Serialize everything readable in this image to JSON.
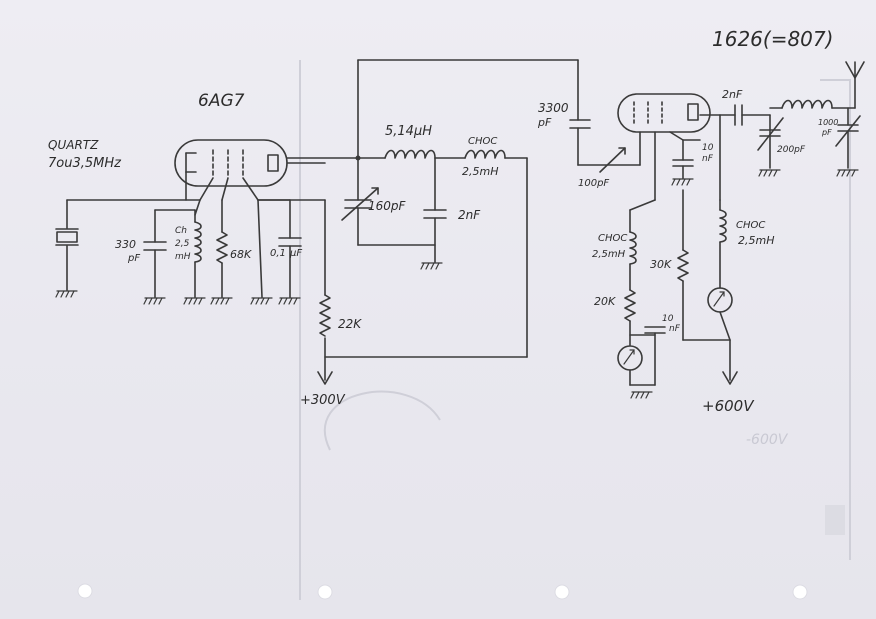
{
  "tube_title": "1626(=807)",
  "tube_6ag7": "6AG7",
  "quartz": {
    "line1": "QUARTZ",
    "line2": "7ou3,5MHz"
  },
  "labels": {
    "c330_1": "330",
    "c330_2": "pF",
    "ch_1": "Ch",
    "ch_2": "2,5",
    "ch_3": "mH",
    "r68k": "68K",
    "c01_1": "0,1",
    "c01_2": "μF",
    "l514": "5,14μH",
    "choc_a_1": "CHOC",
    "choc_a_2": "2,5mH",
    "c160": "160pF",
    "c2nf_a": "2nF",
    "r22k": "22K",
    "v300": "+300V",
    "c3300_1": "3300",
    "c3300_2": "pF",
    "c100": "100pF",
    "c2nf_b": "2nF",
    "c10nf_a_1": "10",
    "c10nf_a_2": "nF",
    "choc_b_1": "CHOC",
    "choc_b_2": "2,5mH",
    "r30k": "30K",
    "choc_c_1": "CHOC",
    "choc_c_2": "2,5mH",
    "r20k": "20K",
    "c10nf_b_1": "10",
    "c10nf_b_2": "nF",
    "c200": "200pF",
    "c1000_1": "1000",
    "c1000_2": "pF",
    "v600": "+600V"
  },
  "icon_names": [
    "antenna-icon",
    "ground-icon",
    "meter-icon",
    "quartz-crystal-icon"
  ]
}
